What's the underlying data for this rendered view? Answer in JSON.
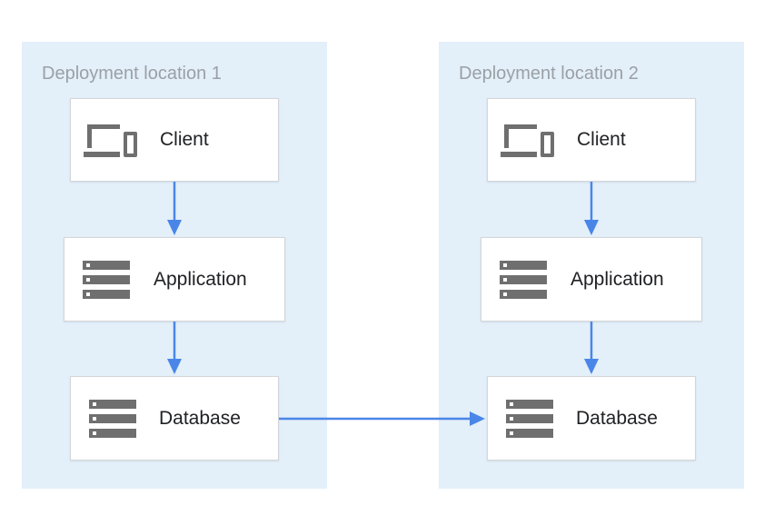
{
  "regions": [
    {
      "label": "Deployment location 1",
      "nodes": [
        {
          "label": "Client",
          "icon": "devices-icon"
        },
        {
          "label": "Application",
          "icon": "server-icon"
        },
        {
          "label": "Database",
          "icon": "server-icon"
        }
      ]
    },
    {
      "label": "Deployment location 2",
      "nodes": [
        {
          "label": "Client",
          "icon": "devices-icon"
        },
        {
          "label": "Application",
          "icon": "server-icon"
        },
        {
          "label": "Database",
          "icon": "server-icon"
        }
      ]
    }
  ],
  "colors": {
    "region_background": "#e3eff9",
    "arrow": "#4a86e8",
    "icon": "#6f6f6f",
    "region_label": "#9aa0a6"
  }
}
